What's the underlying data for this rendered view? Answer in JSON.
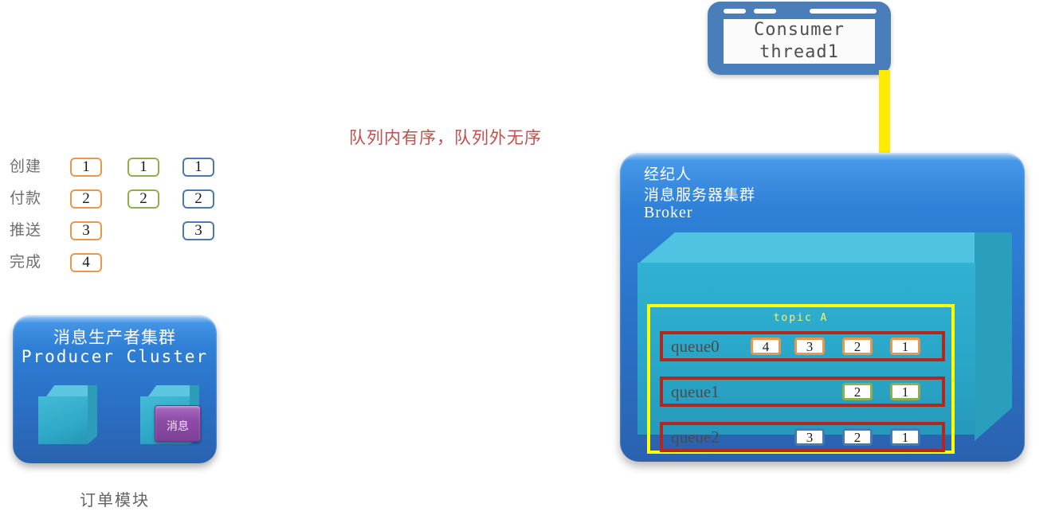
{
  "order_matrix": {
    "rows": [
      {
        "label": "创建",
        "cells": [
          {
            "value": "1",
            "color": "orange"
          },
          {
            "value": "1",
            "color": "green"
          },
          {
            "value": "1",
            "color": "blue"
          }
        ]
      },
      {
        "label": "付款",
        "cells": [
          {
            "value": "2",
            "color": "orange"
          },
          {
            "value": "2",
            "color": "green"
          },
          {
            "value": "2",
            "color": "blue"
          }
        ]
      },
      {
        "label": "推送",
        "cells": [
          {
            "value": "3",
            "color": "orange"
          },
          {
            "value": "",
            "color": "none"
          },
          {
            "value": "3",
            "color": "blue"
          }
        ]
      },
      {
        "label": "完成",
        "cells": [
          {
            "value": "4",
            "color": "orange"
          },
          {
            "value": "",
            "color": "none"
          },
          {
            "value": "",
            "color": "none"
          }
        ]
      }
    ]
  },
  "note": {
    "text": "队列内有序，队列外无序",
    "color": "#c0504d"
  },
  "producer": {
    "title_cn": "消息生产者集群",
    "title_en": "Producer Cluster",
    "message_label": "消息",
    "caption": "订单模块"
  },
  "consumer": {
    "line1": "Consumer",
    "line2": "thread1"
  },
  "broker": {
    "line_cn1": "经纪人",
    "line_cn2": "消息服务器集群",
    "line_en": "Broker",
    "topic_label": "topic  A",
    "queues": [
      {
        "name": "queue0",
        "messages": [
          {
            "value": "4",
            "color": "orange"
          },
          {
            "value": "3",
            "color": "orange"
          },
          {
            "value": "2",
            "color": "orange"
          },
          {
            "value": "1",
            "color": "orange"
          }
        ]
      },
      {
        "name": "queue1",
        "messages": [
          {
            "value": "2",
            "color": "green"
          },
          {
            "value": "1",
            "color": "green"
          }
        ]
      },
      {
        "name": "queue2",
        "messages": [
          {
            "value": "3",
            "color": "blue"
          },
          {
            "value": "2",
            "color": "blue"
          },
          {
            "value": "1",
            "color": "blue"
          }
        ]
      }
    ]
  },
  "colors": {
    "orange": "#E8974C",
    "green": "#8FAE4E",
    "blue": "#4879B0",
    "queue_border": "#b0291c",
    "topic_border": "#ffff00",
    "arrow": "#ffec00",
    "broker_fill": "#2f81d8"
  }
}
